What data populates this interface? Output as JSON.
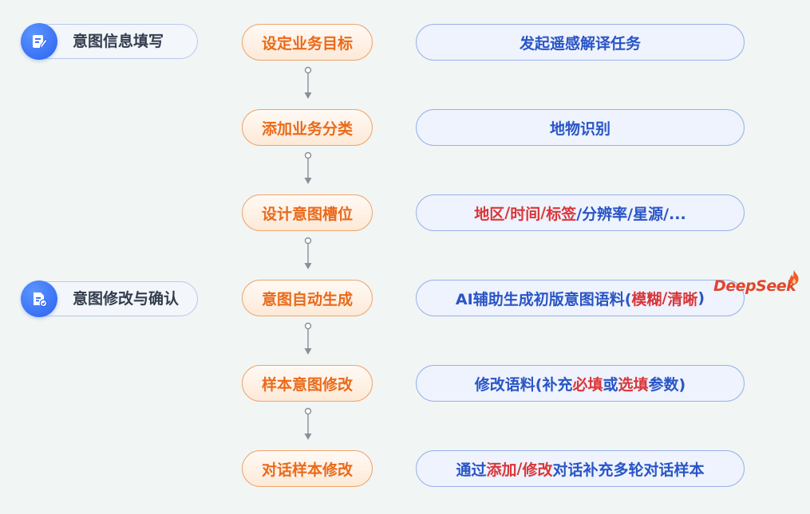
{
  "sections": [
    {
      "label": "意图信息填写",
      "icon": "edit-document-icon"
    },
    {
      "label": "意图修改与确认",
      "icon": "document-check-icon"
    }
  ],
  "steps": [
    {
      "label": "设定业务目标"
    },
    {
      "label": "添加业务分类"
    },
    {
      "label": "设计意图槽位"
    },
    {
      "label": "意图自动生成"
    },
    {
      "label": "样本意图修改"
    },
    {
      "label": "对话样本修改"
    }
  ],
  "details": [
    {
      "segments": [
        "发起遥感解译任务"
      ]
    },
    {
      "segments": [
        "地物识别"
      ]
    },
    {
      "segments": [
        "地区",
        "/",
        "时间",
        "/",
        "标签",
        "/分辨率/星源/..."
      ]
    },
    {
      "segments": [
        "AI辅助生成初版意图语料(",
        "模糊",
        "/",
        "清晰",
        ")"
      ]
    },
    {
      "segments": [
        "修改语料(补充",
        "必填",
        "或",
        "选填",
        "参数)"
      ]
    },
    {
      "segments": [
        "通过",
        "添加",
        "/",
        "修改",
        "对话补充多轮对话样本"
      ]
    }
  ],
  "badge": {
    "text": "DeepSeek",
    "icon": "flame-icon"
  },
  "colors": {
    "step_text": "#ea6a1a",
    "step_border": "#f0a56b",
    "detail_text": "#2a55c6",
    "detail_highlight": "#d9363a",
    "detail_border": "#97b2ec",
    "section_badge": "#2a62f0",
    "background": "#f1f5f4"
  }
}
